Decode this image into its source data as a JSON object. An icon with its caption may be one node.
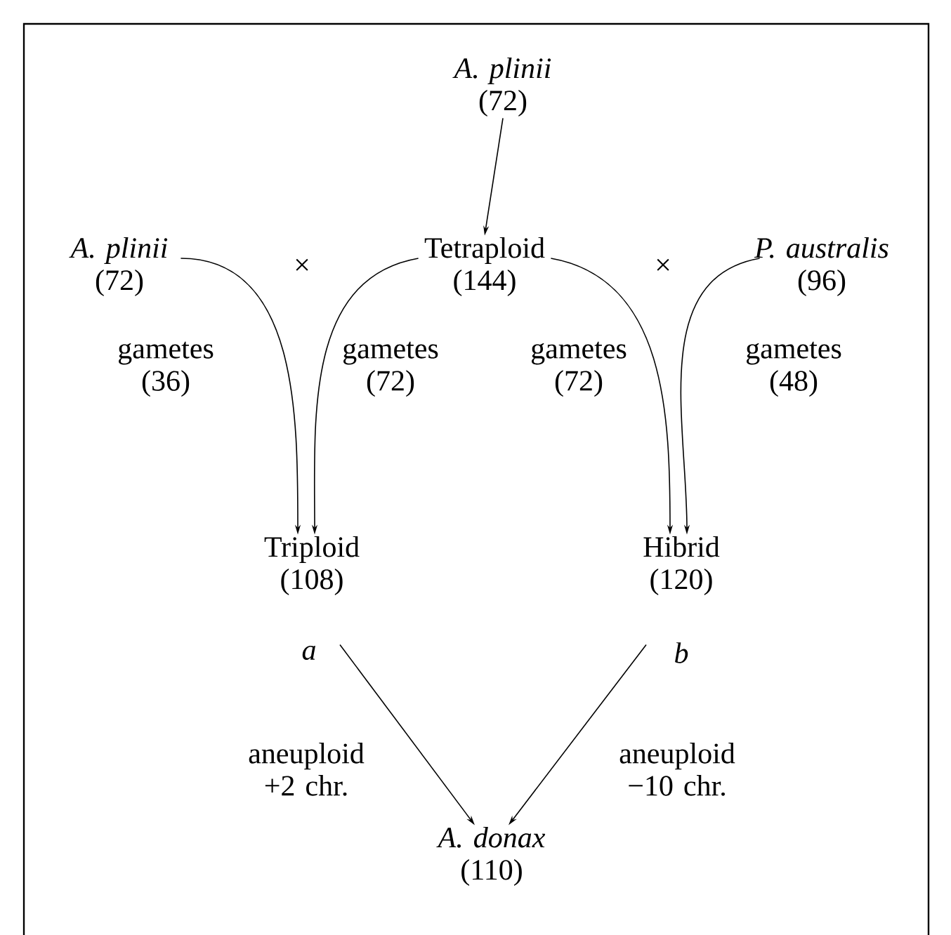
{
  "diagram": {
    "nodes": [
      {
        "text": [
          "*A. plinii* (72)"
        ]
      },
      {
        "text": [
          "*A. plinii* (72)"
        ]
      },
      {
        "text": [
          "Tetraploid (144)"
        ]
      },
      {
        "text": [
          "*P. australis* (96)"
        ]
      },
      {
        "text": [
          "Triploid (108)"
        ],
        "beside": [
          "a"
        ]
      },
      {
        "text": [
          "Hibrid (120)"
        ],
        "beside": [
          "b"
        ]
      },
      {
        "text": [
          "*A. donax* (110)"
        ]
      }
    ],
    "edges": [
      {
        "from": 0,
        "to": 2,
        "arrow": "to"
      },
      {
        "from": 1,
        "to": 4,
        "arrow": "to",
        "label": "gametes (36)"
      },
      {
        "from": 2,
        "to": 4,
        "arrow": "to",
        "label": "gametes (72)"
      },
      {
        "from": 2,
        "to": 5,
        "arrow": "to",
        "label": "gametes (72)"
      },
      {
        "from": 3,
        "to": 5,
        "arrow": "to",
        "label": "gametes (48)"
      },
      {
        "from": 4,
        "to": 6,
        "arrow": "to",
        "label": "aneuploid +2 chr."
      },
      {
        "from": 5,
        "to": 6,
        "arrow": "to",
        "label": "aneuploid −10 chr."
      }
    ],
    "labels": [
      "×",
      "×"
    ]
  }
}
